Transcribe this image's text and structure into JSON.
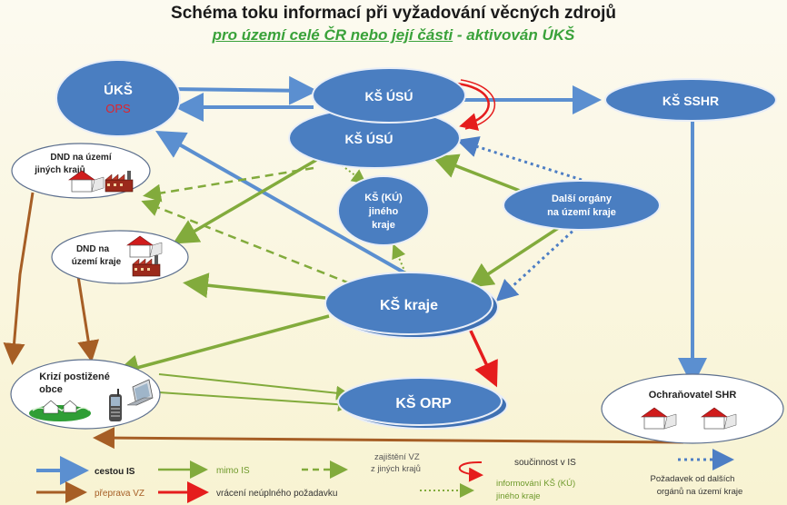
{
  "header": {
    "title": "Schéma toku informací při vyžadování věcných zdrojů",
    "subtitle_main": "pro území celé ČR nebo její části",
    "subtitle_sep": " - ",
    "subtitle_tail": "aktivován ÚKŠ"
  },
  "nodes": {
    "uks": {
      "label": "ÚKŠ",
      "sublabel": "OPS"
    },
    "ks_usu_top": {
      "label": "KŠ ÚSÚ"
    },
    "ks_usu": {
      "label": "KŠ ÚSÚ"
    },
    "ks_sshr": {
      "label": "KŠ SSHR"
    },
    "dnd_jinych": {
      "line1": "DND na území",
      "line2": "jiných krajů"
    },
    "ks_ku_jineho": {
      "line1": "KŠ (KÚ)",
      "line2": "jiného",
      "line3": "kraje"
    },
    "dalsi_organy": {
      "line1": "Další orgány",
      "line2": "na území kraje"
    },
    "dnd_kraje": {
      "line1": "DND na",
      "line2": "území kraje"
    },
    "ks_kraje": {
      "label": "KŠ kraje"
    },
    "krizi_obce": {
      "line1": "Krizí postižené",
      "line2": "obce"
    },
    "ks_orp": {
      "label": "KŠ ORP"
    },
    "ochranovatel": {
      "label": "Ochraňovatel SHR"
    }
  },
  "legend": {
    "cestou_is": "cestou IS",
    "mimo_is": "mimo IS",
    "zajisteni_line1": "zajištění VZ",
    "zajisteni_line2": "z jiných krajů",
    "soucinnost": "součinnost v IS",
    "pozadavek_line1": "Požadavek od dalších",
    "pozadavek_line2": "orgánů na území kraje",
    "preprava": "přeprava VZ",
    "vraceni": "vrácení neúplného požadavku",
    "informovani_line1": "informování KŠ (KÚ)",
    "informovani_line2": "jiného kraje"
  },
  "colors": {
    "node_fill": "#4a7ec1",
    "node_stroke": "#e9eef7",
    "blue_arrow": "#5b8fd0",
    "green_arrow": "#82ab3c",
    "brown_arrow": "#a65e25",
    "red_arrow": "#e51d1d",
    "ops_red": "#e0242b",
    "subtitle_green": "#3aa23a"
  }
}
